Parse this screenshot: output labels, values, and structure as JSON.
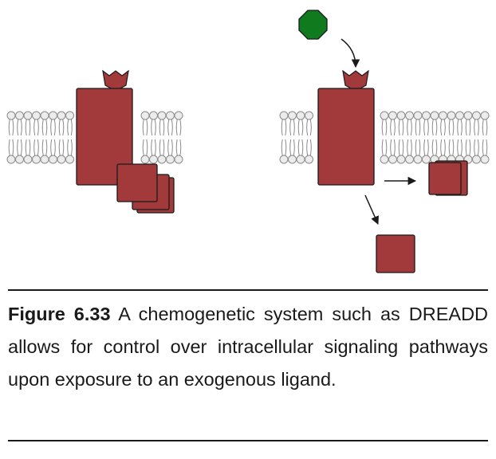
{
  "caption": {
    "label": "Figure 6.33",
    "text": "A chemogenetic system such as DREADD allows for control over intracellular signaling pathways upon exposure to an exogenous ligand."
  },
  "colors": {
    "receptor": "#a23a3c",
    "ligand": "#0f7a1e",
    "membrane_stroke": "#8a8a8a",
    "membrane_fill": "#ececec",
    "text": "#1a1a1a"
  },
  "panels": [
    {
      "name": "inactive-dreadd",
      "ligand_bound": false,
      "signaling_active": false
    },
    {
      "name": "activated-dreadd",
      "ligand_bound": true,
      "signaling_active": true
    }
  ]
}
